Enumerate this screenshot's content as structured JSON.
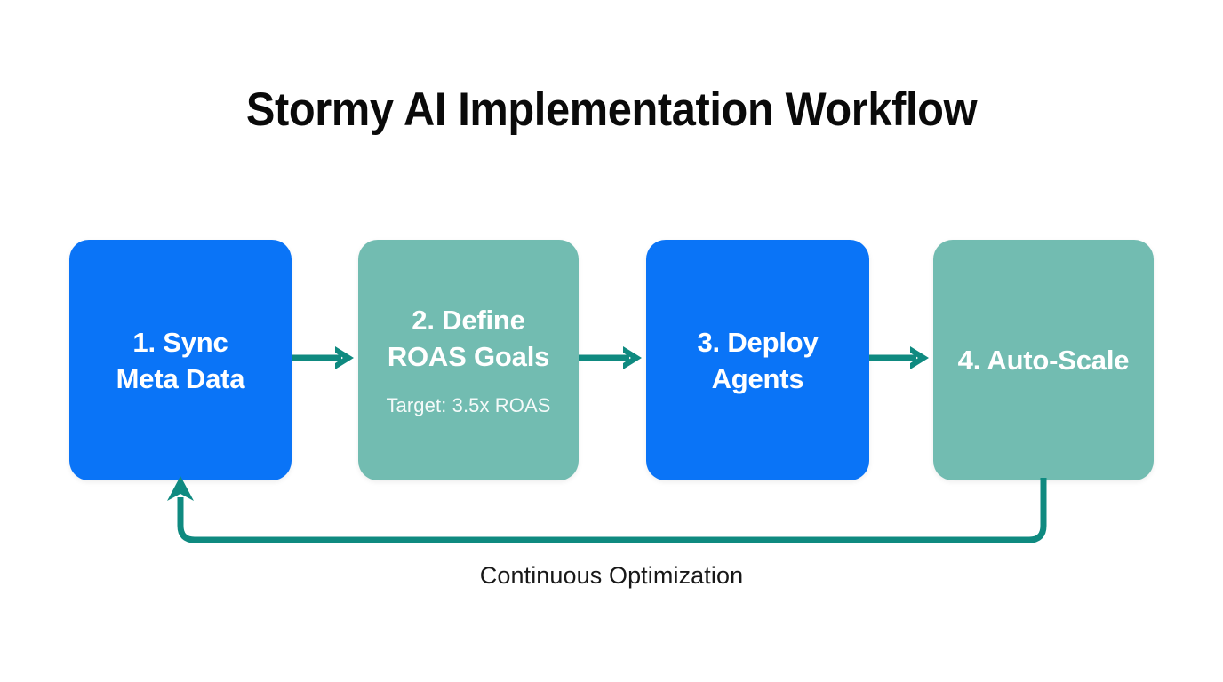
{
  "page": {
    "title": "Stormy AI Implementation Workflow",
    "background_color": "#ffffff"
  },
  "colors": {
    "blue": "#0a74f7",
    "teal_box": "#72bcb1",
    "arrow_teal": "#0f8a80",
    "title_text": "#0a0a0a",
    "box_text": "#ffffff",
    "loop_label_text": "#181818"
  },
  "diagram": {
    "type": "flowchart",
    "orientation": "horizontal",
    "nodes": [
      {
        "id": "node-1",
        "step": 1,
        "title": "1. Sync\nMeta Data",
        "subtitle": "",
        "color": "#0a74f7"
      },
      {
        "id": "node-2",
        "step": 2,
        "title": "2. Define\nROAS Goals",
        "subtitle": "Target: 3.5x ROAS",
        "color": "#72bcb1"
      },
      {
        "id": "node-3",
        "step": 3,
        "title": "3. Deploy\nAgents",
        "subtitle": "",
        "color": "#0a74f7"
      },
      {
        "id": "node-4",
        "step": 4,
        "title": "4. Auto-Scale",
        "subtitle": "",
        "color": "#72bcb1"
      }
    ],
    "connectors": [
      {
        "id": "connector-1",
        "from": "node-1",
        "to": "node-2",
        "icon": "arrow-right-icon"
      },
      {
        "id": "connector-2",
        "from": "node-2",
        "to": "node-3",
        "icon": "arrow-right-icon"
      },
      {
        "id": "connector-3",
        "from": "node-3",
        "to": "node-4",
        "icon": "arrow-right-icon"
      }
    ],
    "feedback_loop": {
      "from": "node-4",
      "to": "node-1",
      "label": "Continuous Optimization",
      "icon": "arrow-up-icon",
      "color": "#0f8a80"
    }
  }
}
